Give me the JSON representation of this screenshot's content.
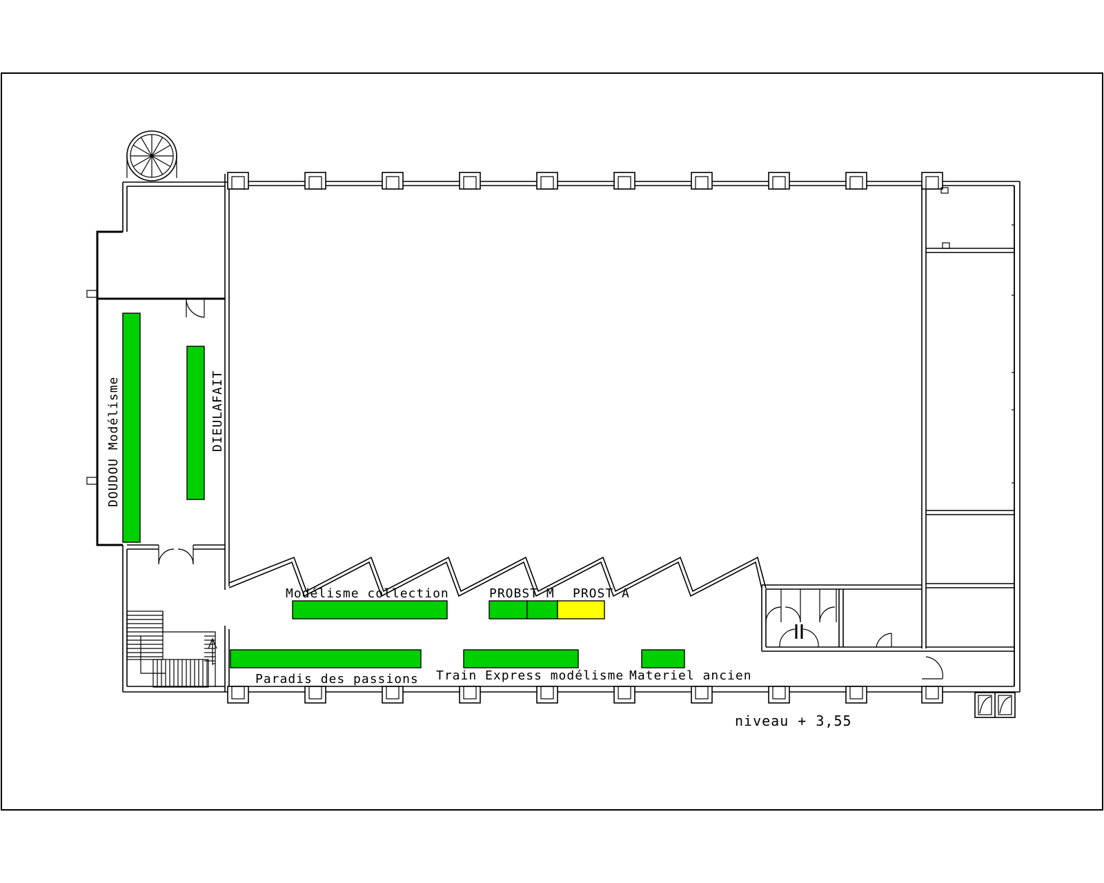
{
  "colors": {
    "stand_green": "#00d000",
    "stand_yellow": "#ffff00",
    "wall": "#000000",
    "background": "#ffffff"
  },
  "labels": {
    "doudou": "DOUDOU Modélisme",
    "dieulafait": "DIEULAFAIT",
    "modelisme_collection": "Modélisme collection",
    "probst_m": "PROBST M",
    "probst_a": "PROST A",
    "paradis": "Paradis des passions",
    "train_express": "Train Express modélisme",
    "materiel": "Materiel ancien",
    "level": "niveau + 3,55"
  },
  "icons": [
    "spiral-staircase-icon",
    "staircase-icon",
    "door-swing-icon"
  ]
}
